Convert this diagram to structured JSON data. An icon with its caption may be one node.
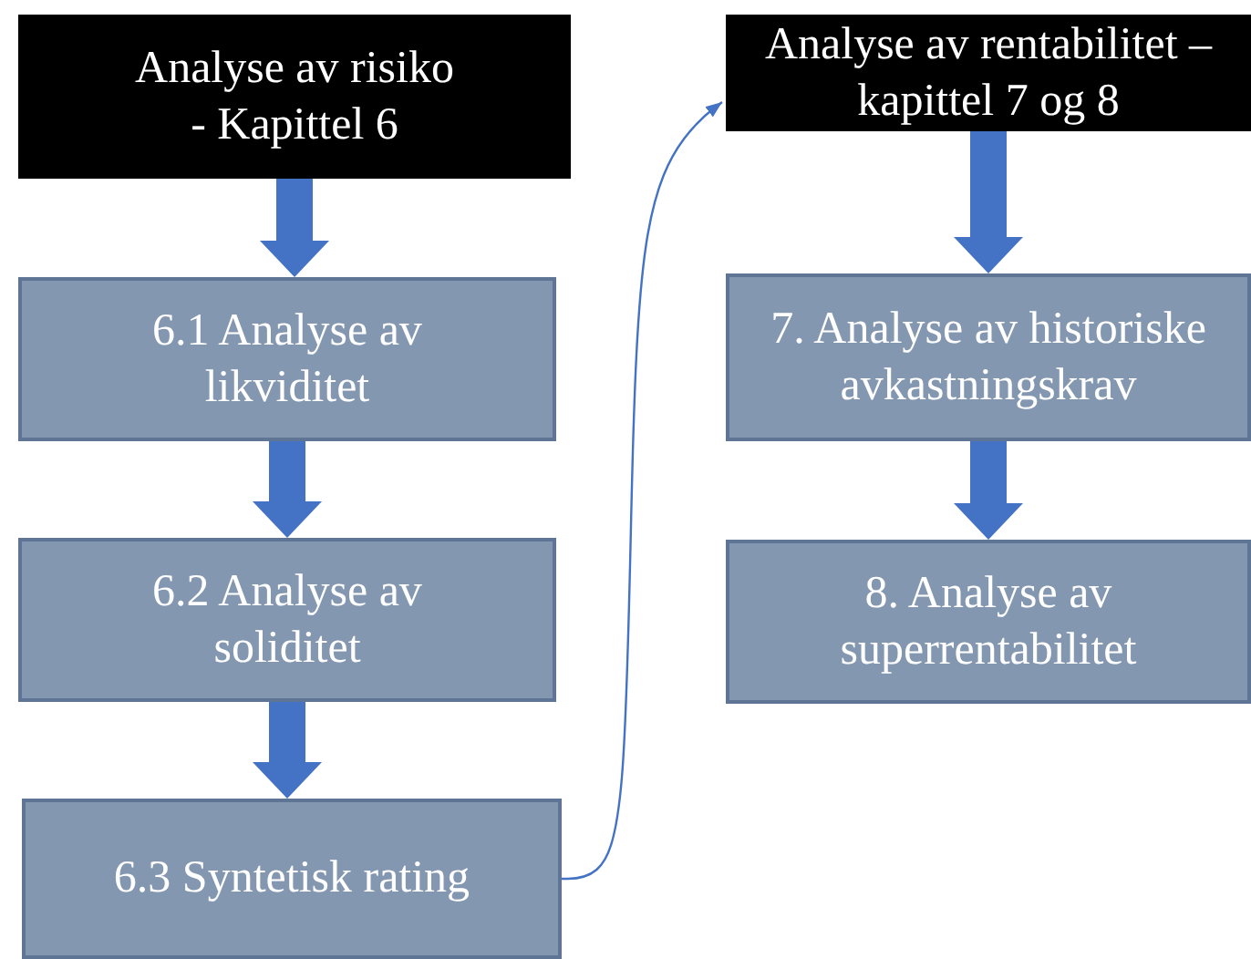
{
  "diagram": {
    "nodes": [
      {
        "text": [
          "Analyse av risiko - Kapittel 6"
        ]
      },
      {
        "text": [
          "6.1 Analyse av likviditet"
        ]
      },
      {
        "text": [
          "6.2 Analyse av soliditet"
        ]
      },
      {
        "text": [
          "6.3 Syntetisk rating"
        ]
      },
      {
        "text": [
          "Analyse av rentabilitet – kapittel 7 og 8"
        ]
      },
      {
        "text": [
          "7. Analyse av historiske avkastningskrav"
        ]
      },
      {
        "text": [
          "8. Analyse av superrentabilitet"
        ]
      }
    ],
    "edges": [
      {
        "from": 0,
        "to": 1,
        "arrow": "to"
      },
      {
        "from": 1,
        "to": 2,
        "arrow": "to"
      },
      {
        "from": 2,
        "to": 3,
        "arrow": "to"
      },
      {
        "from": 3,
        "to": 4,
        "arrow": "to"
      },
      {
        "from": 4,
        "to": 5,
        "arrow": "to"
      },
      {
        "from": 5,
        "to": 6,
        "arrow": "to"
      }
    ]
  }
}
